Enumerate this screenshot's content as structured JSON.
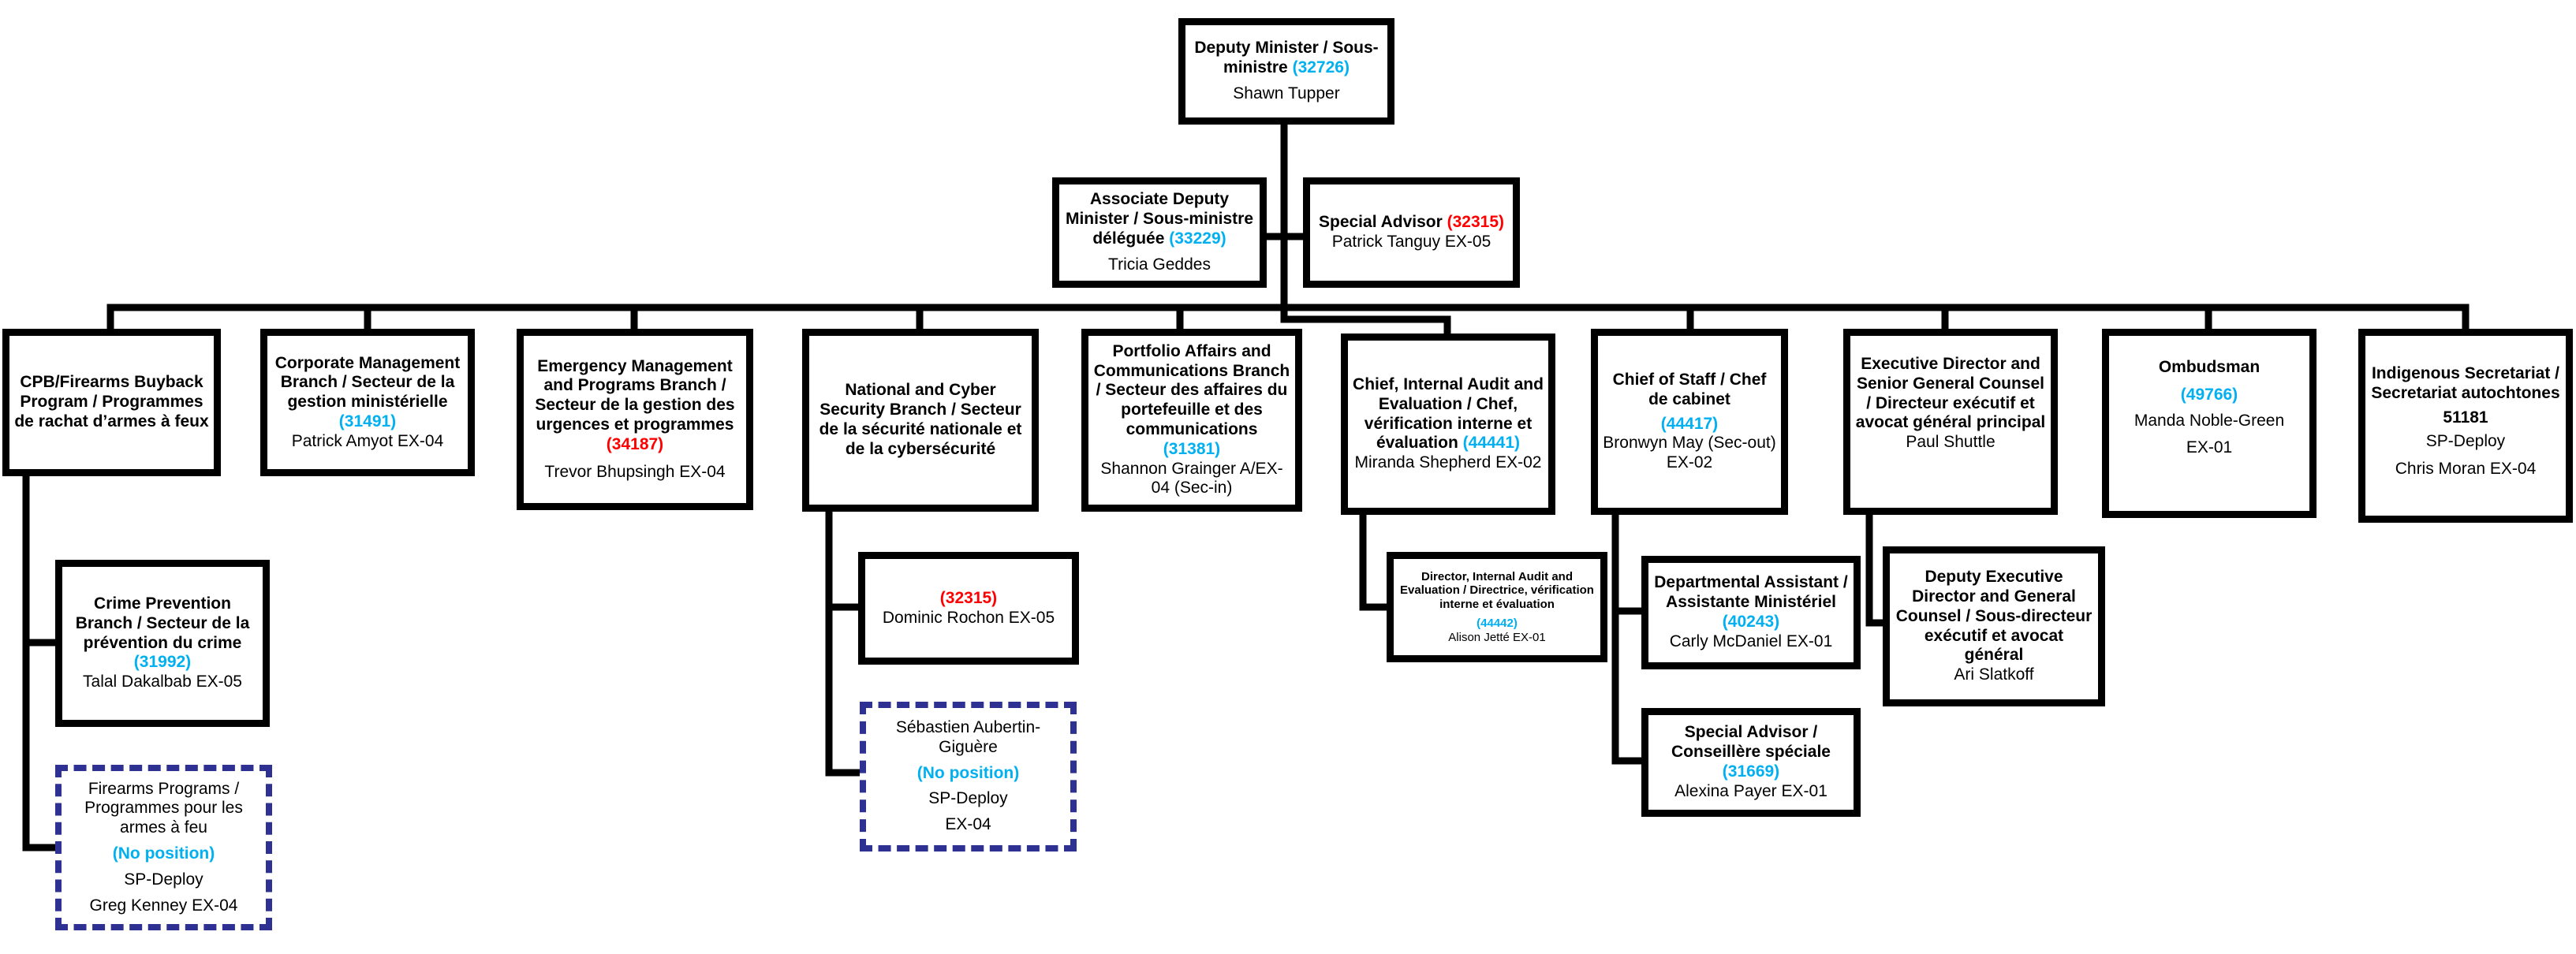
{
  "colors": {
    "code_blue": "#00b0f0",
    "code_red": "#ff0000",
    "dashed_border": "#2e3192",
    "line": "#000000"
  },
  "nodes": {
    "dm": {
      "title": "Deputy Minister / Sous-ministre",
      "code": "(32726)",
      "person": "Shawn Tupper"
    },
    "adm": {
      "title": "Associate Deputy Minister / Sous-ministre déléguée",
      "code": "(33229)",
      "person": "Tricia Geddes"
    },
    "sa1": {
      "title": "Special Advisor",
      "code": "(32315)",
      "person": "Patrick Tanguy  EX-05"
    },
    "cpb": {
      "title": "CPB/Firearms Buyback Program  / Programmes de rachat  d’armes à feux"
    },
    "cmb": {
      "title": "Corporate Management Branch / Secteur de la gestion ministérielle",
      "code": "(31491)",
      "person": "Patrick Amyot  EX-04"
    },
    "emp": {
      "title": "Emergency Management and Programs Branch / Secteur de la gestion des urgences et programmes",
      "code": "(34187)",
      "person": "Trevor Bhupsingh  EX-04"
    },
    "ncs": {
      "title": "National and Cyber Security Branch / Secteur de la sécurité nationale et de la cybersécurité"
    },
    "pac": {
      "title": "Portfolio Affairs and Communications Branch / Secteur des affaires du portefeuille et des communications",
      "code": "(31381)",
      "person": "Shannon Grainger A/EX-04 (Sec-in)"
    },
    "cia": {
      "title": "Chief, Internal Audit and Evaluation / Chef, vérification interne et évaluation",
      "code": "(44441)",
      "person": "Miranda Shepherd  EX-02"
    },
    "cos": {
      "title": "Chief of Staff / Chef de cabinet",
      "code": "(44417)",
      "person": "Bronwyn  May (Sec-out)",
      "level": "EX-02"
    },
    "ed": {
      "title": "Executive Director and Senior General Counsel / Directeur exécutif et avocat général principal",
      "person": "Paul Shuttle"
    },
    "omb": {
      "title": "Ombudsman",
      "code": "(49766)",
      "person": "Manda Noble-Green",
      "level": "EX-01"
    },
    "ind": {
      "title": "Indigenous Secretariat / Secretariat autochtones",
      "code": "51181",
      "line1": "SP-Deploy",
      "person": "Chris Moran EX-04"
    },
    "cpv": {
      "title": "Crime Prevention Branch / Secteur de la prévention du crime",
      "code": "(31992)",
      "person": "Talal Dakalbab  EX-05"
    },
    "ffp": {
      "title": "Firearms Programs / Programmes pour les armes à feu",
      "note": "(No position)",
      "line1": "SP-Deploy",
      "person": "Greg Kenney  EX-04"
    },
    "ncs1": {
      "code": "(32315)",
      "person": "Dominic Rochon EX-05"
    },
    "ncs2": {
      "title": "Sébastien Aubertin-Giguère",
      "note": "(No position)",
      "line1": "SP-Deploy",
      "level": "EX-04"
    },
    "dia": {
      "title": "Director, Internal Audit and Evaluation / Directrice, vérification interne et évaluation",
      "code": "(44442)",
      "person": "Alison  Jetté  EX-01"
    },
    "da": {
      "title": "Departmental Assistant / Assistante Ministériel",
      "code": "(40243)",
      "person": "Carly McDaniel  EX-01"
    },
    "sa2": {
      "title": "Special Advisor / Conseillère spéciale",
      "code": "(31669)",
      "person": "Alexina Payer  EX-01"
    },
    "ded": {
      "title": "Deputy Executive Director and General Counsel / Sous-directeur exécutif et avocat général",
      "person": "Ari Slatkoff"
    }
  }
}
